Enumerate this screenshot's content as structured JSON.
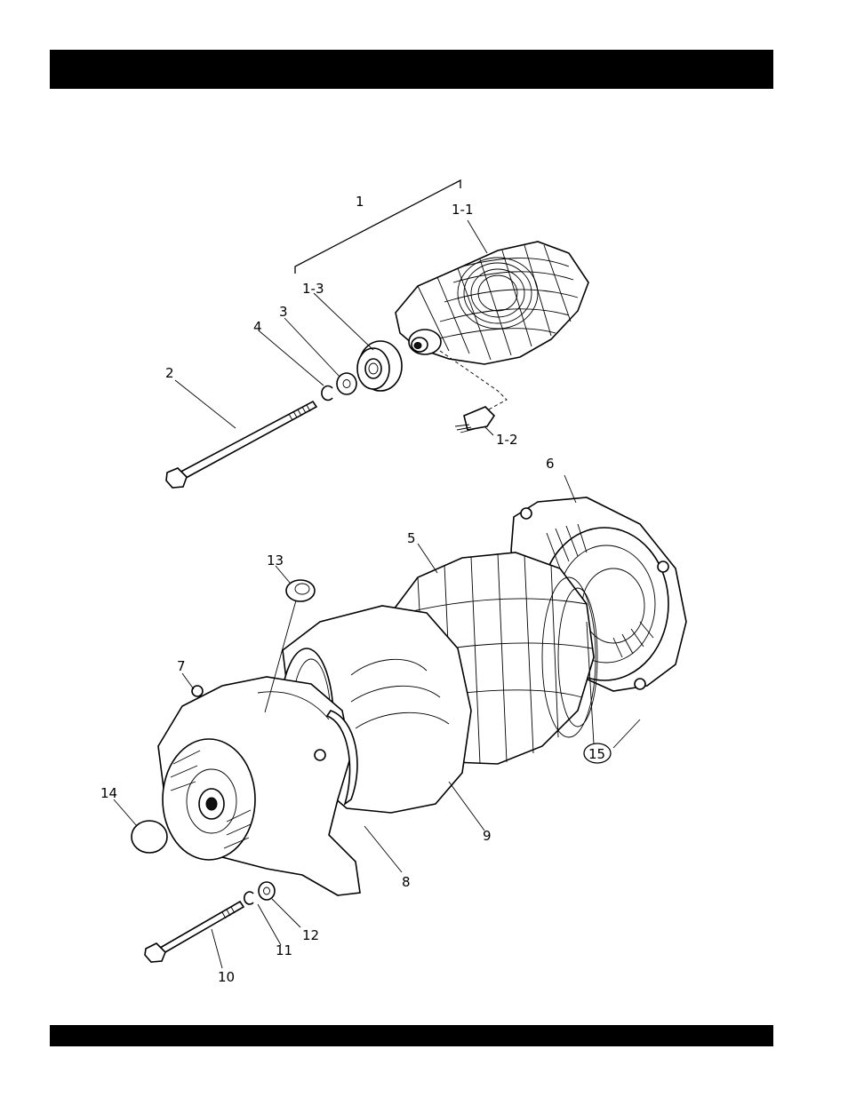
{
  "callouts": {
    "c1": "1",
    "c1_1": "1-1",
    "c1_2": "1-2",
    "c1_3": "1-3",
    "c2": "2",
    "c3": "3",
    "c4": "4",
    "c5": "5",
    "c6": "6",
    "c7": "7",
    "c8": "8",
    "c9": "9",
    "c10": "10",
    "c11": "11",
    "c12": "12",
    "c13": "13",
    "c14": "14",
    "c15": "15"
  },
  "colors": {
    "ink": "#000000",
    "paper": "#ffffff",
    "header_bar": "#000000"
  }
}
